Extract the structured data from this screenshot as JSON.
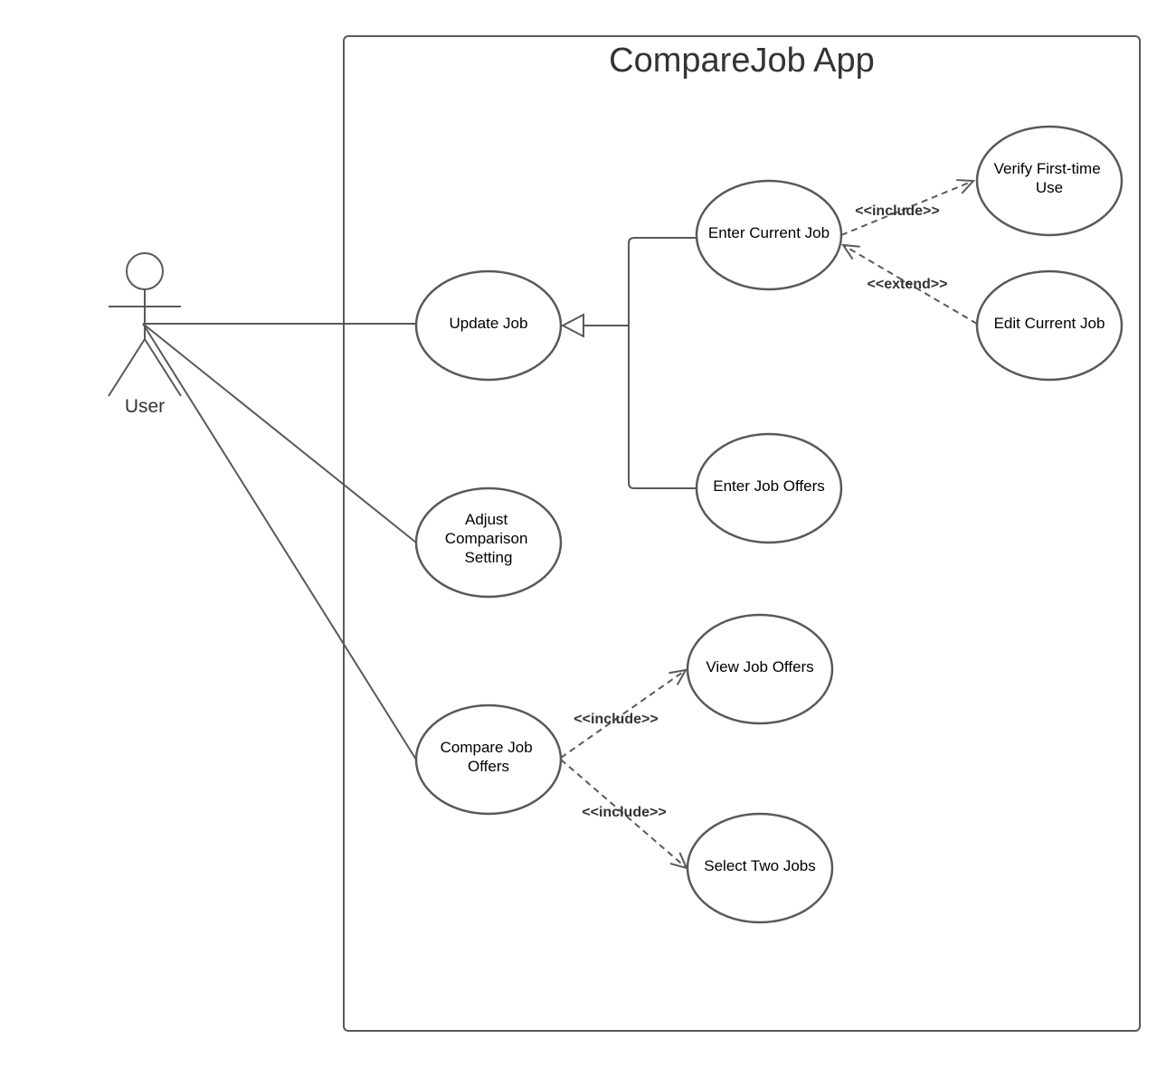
{
  "system": {
    "title": "CompareJob App"
  },
  "actor": {
    "label": "User"
  },
  "use_cases": {
    "update_job": [
      "Update Job"
    ],
    "enter_current_job": [
      "Enter Current Job"
    ],
    "verify_first_time": [
      "Verify First-time",
      "Use"
    ],
    "edit_current_job": [
      "Edit Current Job"
    ],
    "enter_job_offers": [
      "Enter Job Offers"
    ],
    "adjust_comparison": [
      "Adjust",
      "Comparison",
      "Setting"
    ],
    "view_job_offers": [
      "View Job Offers"
    ],
    "compare_job_offers": [
      "Compare Job",
      "Offers"
    ],
    "select_two_jobs": [
      "Select Two Jobs"
    ]
  },
  "relations": {
    "include_verify": "<<include>>",
    "extend_edit": "<<extend>>",
    "include_view": "<<include>>",
    "include_select": "<<include>>"
  }
}
